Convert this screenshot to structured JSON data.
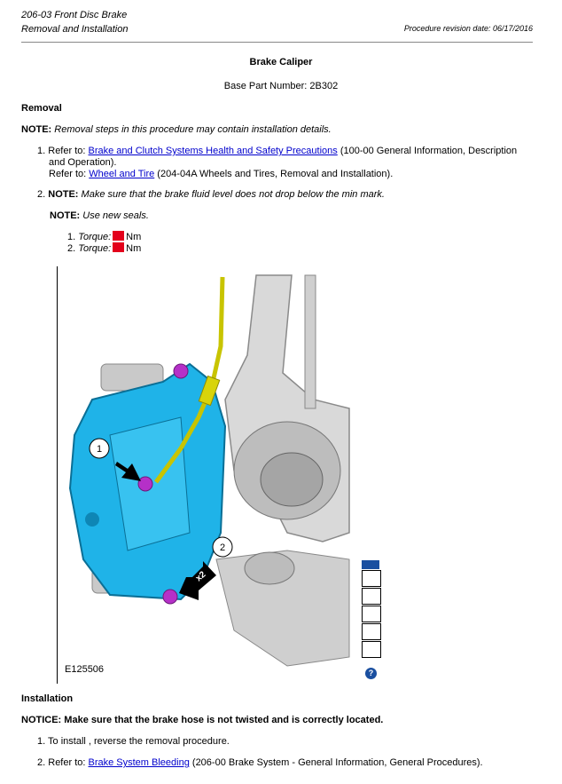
{
  "header": {
    "line1": "206-03 Front Disc Brake",
    "line2": "Removal and Installation",
    "revision": "Procedure revision date: 06/17/2016"
  },
  "title": "Brake Caliper",
  "base_part": "Base Part Number:  2B302",
  "removal": {
    "heading": "Removal",
    "note_label": "NOTE:",
    "note_text": "Removal steps in this procedure may contain installation details.",
    "step1": {
      "num": "1.",
      "refer_label": "Refer to: ",
      "link1": "Brake and Clutch Systems Health and Safety Precautions",
      "after1": " (100-00 General Information, Description",
      "after1b": "and Operation).",
      "refer2_label": "Refer to: ",
      "link2": "Wheel and Tire",
      "after2": " (204-04A Wheels and Tires, Removal and Installation)."
    },
    "step2": {
      "num": "2.",
      "note_label": "NOTE:",
      "note_text": "Make sure that the brake fluid level does not drop below the min mark.",
      "note2_label": "NOTE:",
      "note2_text": "Use new seals.",
      "torques": [
        {
          "num": "1.",
          "label": "Torque",
          "unit": "Nm"
        },
        {
          "num": "2.",
          "label": "Torque",
          "unit": "Nm"
        }
      ]
    }
  },
  "figure": {
    "id": "E125506",
    "callout1": "1",
    "callout2": "2",
    "x2": "x2"
  },
  "installation": {
    "heading": "Installation",
    "notice_label": "NOTICE:",
    "notice_text": "Make sure that the brake hose is not twisted and is correctly located.",
    "step1_num": "1.",
    "step1_text": "To install , reverse the removal procedure.",
    "step2_num": "2.",
    "step2_refer": "Refer to: ",
    "step2_link": "Brake System Bleeding",
    "step2_after": " (206-00 Brake System - General Information, General Procedures)."
  },
  "colors": {
    "caliper": "#1fb3e8",
    "bolt": "#b530c8",
    "hose": "#c8c400",
    "torque_box": "#e3001b",
    "link": "#0000cc"
  }
}
